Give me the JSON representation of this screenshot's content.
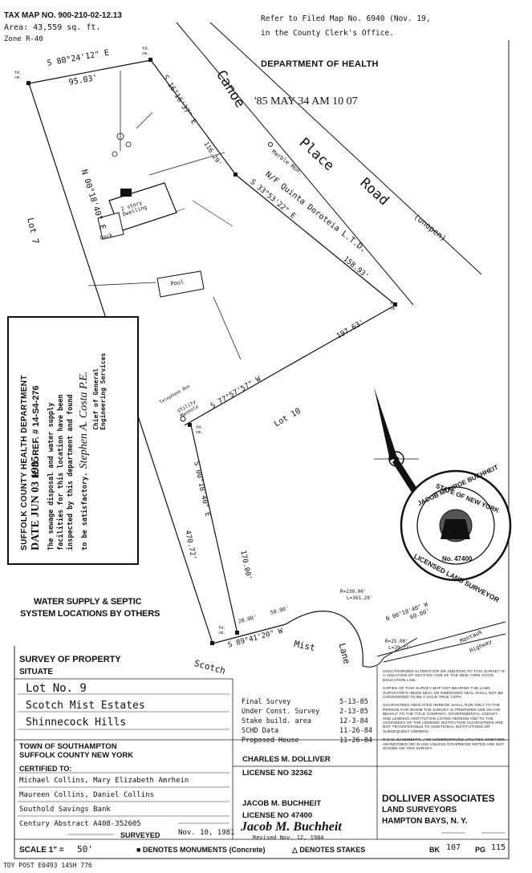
{
  "header": {
    "tax_map": "TAX MAP NO. 900-210-02-12.13",
    "area": "Area: 43,559 sq. ft.",
    "zone": "Zone R-40",
    "filed_map_line1": "Refer to Filed Map No. 6940 (Nov. 19,",
    "filed_map_line2": "in the County Clerk's Office."
  },
  "health_stamp": {
    "department": "DEPARTMENT OF HEALTH",
    "date": "'85 MAY 34 AM 10 07"
  },
  "map_labels": {
    "road_canoe": "Canoe",
    "road_place": "Place",
    "road_road": "Road",
    "road_unopen": "(unopen)",
    "marble_mon": "Marble Mon.",
    "neighbor": "N/F Quinta Doroteia L.T.D.",
    "brg_north": "S 80°24'12\" E",
    "dist_north": "95.03'",
    "brg_ne": "S 16°16'37\" E",
    "dist_ne": "116.29'",
    "brg_east": "S 33°53'22\" E",
    "dist_east": "158.93'",
    "dist_se": "197.63'",
    "brg_mid": "S 77°57'57\" W",
    "brg_west": "N 00°18'40\" E",
    "lot_west": "Lot 7",
    "lot_east": "Lot 10",
    "dwelling": "2 story Dwelling",
    "deck": "Deck",
    "pool": "Pool",
    "telephone_box": "Telephone Box",
    "utility_manhole": "Utility Manhole",
    "brg_inner": "S 00°18'40\" E",
    "dist_inner": "170.00'",
    "dist_west": "470.72'",
    "dist_20": "20.00'",
    "dist_50": "50.00'",
    "brg_south": "S 89°41'20\" W",
    "street_scotch": "Scotch",
    "street_mist": "Mist",
    "street_lane": "Lane",
    "curve1_r": "R=230.00'",
    "curve1_l": "L=361.28'",
    "curve2_r": "R=25.00'",
    "curve2_l": "L=39.27'",
    "brg_sw": "N 00°18'40\" W",
    "dist_sw": "60.00'",
    "montauk": "Montauk",
    "highway": "Highway",
    "fd_cm": "fd. cm."
  },
  "suffolk_stamp": {
    "title": "SUFFOLK COUNTY HEALTH DEPARTMENT",
    "ref": "H. D. REF. # 14-S4-276",
    "date": "DATE JUN 03 1985",
    "text1": "The sewage disposal and water supply",
    "text2": "facilities for this location have been",
    "text3": "inspected by this department and found",
    "text4": "to be satisfactory.",
    "signature": "Stephen A. Costa P.E.",
    "chief": "Chief of General Engineering Services"
  },
  "water_supply": {
    "line1": "WATER SUPPLY & SEPTIC",
    "line2": "SYSTEM LOCATIONS BY OTHERS"
  },
  "seal": {
    "state": "STATE OF NEW YORK",
    "name": "JACOB MONROE BUCHHEIT",
    "number": "No. 47400",
    "licensed": "LICENSED LAND SURVEYOR"
  },
  "survey": {
    "title": "SURVEY OF PROPERTY",
    "situate": "SITUATE",
    "lot": "Lot No. 9",
    "estates": "Scotch Mist Estates",
    "hills": "Shinnecock Hills",
    "town": "TOWN OF SOUTHAMPTON",
    "county": "SUFFOLK COUNTY NEW YORK",
    "certified": "CERTIFIED TO:",
    "cert1": "Michael Collins, Mary Elizabeth Amrhein",
    "cert2": "Maureen Collins, Daniel Collins",
    "cert3": "Southold Savings Bank",
    "cert4": "Century Abstract A408-352605",
    "scale_label": "SCALE 1\" =",
    "scale_value": "50'",
    "surveyed_label": "SURVEYED",
    "surveyed_date": "Nov. 10, 1981",
    "revised": "Revised Nov. 12, 1984",
    "monuments": "■ DENOTES MONUMENTS (Concrete)",
    "stakes": "△ DENOTES STAKES",
    "bk_label": "BK",
    "bk_value": "107",
    "pg_label": "PG",
    "pg_value": "115",
    "footer": "TDY POST E0493  14SH 776"
  },
  "revisions": {
    "r1_label": "Final Survey",
    "r1_date": "5-13-85",
    "r2_label": "Under Const. Survey",
    "r2_date": "2-13-85",
    "r3_label": "Stake build. area",
    "r3_date": "12-3-84",
    "r4_label": "SCHD Data",
    "r4_date": "11-26-84",
    "r5_label": "Proposed House",
    "r5_date": "11-26-84"
  },
  "surveyors": {
    "dolliver": "CHARLES M. DOLLIVER",
    "license1": "LICENSE NO 32362",
    "buchheit": "JACOB M. BUCHHEIT",
    "license2": "LICENSE NO 47400",
    "signature": "Jacob M. Buchheit",
    "firm": "DOLLIVER ASSOCIATES",
    "firm_type": "LAND SURVEYORS",
    "firm_city": "HAMPTON BAYS, N. Y."
  },
  "notes": {
    "n1": "UNAUTHORIZED ALTERATION OR ADDITION TO THIS SURVEY IS A VIOLATION OF SECTION 7209 OF THE NEW YORK STATE EDUCATION LAW.",
    "n2": "COPIES OF THIS SURVEY MAP NOT BEARING THE LAND SURVEYOR'S INKED SEAL OR EMBOSSED SEAL SHALL NOT BE CONSIDERED TO BE A VALID TRUE COPY.",
    "n3": "GUARANTEES INDICATED HEREON SHALL RUN ONLY TO THE PERSON FOR WHOM THE SURVEY IS PREPARED AND ON HIS BEHALF TO THE TITLE COMPANY, GOVERNMENTAL AGENCY AND LENDING INSTITUTION LISTED HEREON AND TO THE ASSIGNEES OF THE LENDING INSTITUTION GUARANTEES ARE NOT TRANSFERABLE TO ADDITIONAL INSTITUTIONS OR SUBSEQUENT OWNERS.",
    "n4": "R.O.W. EASEMENTS, AND UNDERGROUND UTILITIES WHETHER ABANDONED OR IN USE UNLESS OTHERWISE NOTED ARE NOT SHOWN ON THIS SURVEY."
  }
}
